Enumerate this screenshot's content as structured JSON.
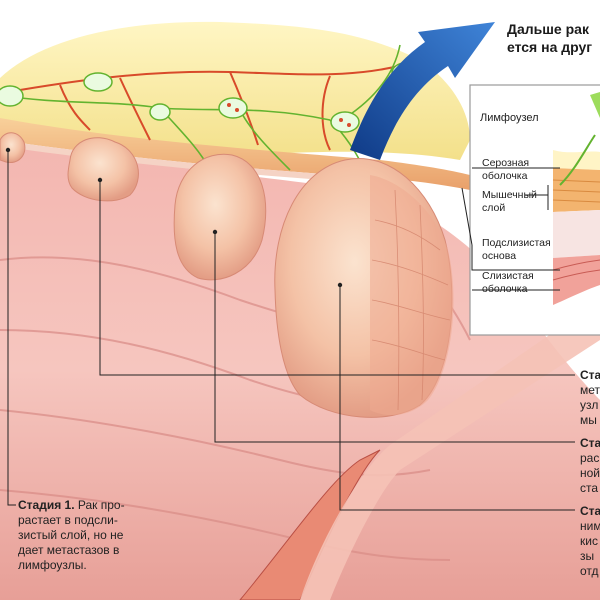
{
  "header": {
    "line1": "Дальше рак",
    "line2": "ется на друг"
  },
  "inset": {
    "title": "Лимфоузел",
    "labels": [
      {
        "line1": "Серозная",
        "line2": "оболочка"
      },
      {
        "line1": "Мышечный",
        "line2": "слой"
      },
      {
        "line1": "Подслизистая",
        "line2": "основа"
      },
      {
        "line1": "Слизистая",
        "line2": "оболочка"
      }
    ]
  },
  "captions": {
    "stage1": {
      "label": "Стадия 1.",
      "text1": " Рак про-",
      "text2": "растает в подсли-",
      "text3": "зистый слой, но не",
      "text4": "дает метастазов в",
      "text5": "лимфоузлы."
    },
    "right_top": [
      "Ста",
      "мет",
      "узл",
      "мы"
    ],
    "right_mid": [
      "Ста",
      "рас",
      "ной",
      "ста"
    ],
    "right_bot": [
      "Ста",
      "ним",
      "кис",
      "зы",
      "отд"
    ]
  }
}
